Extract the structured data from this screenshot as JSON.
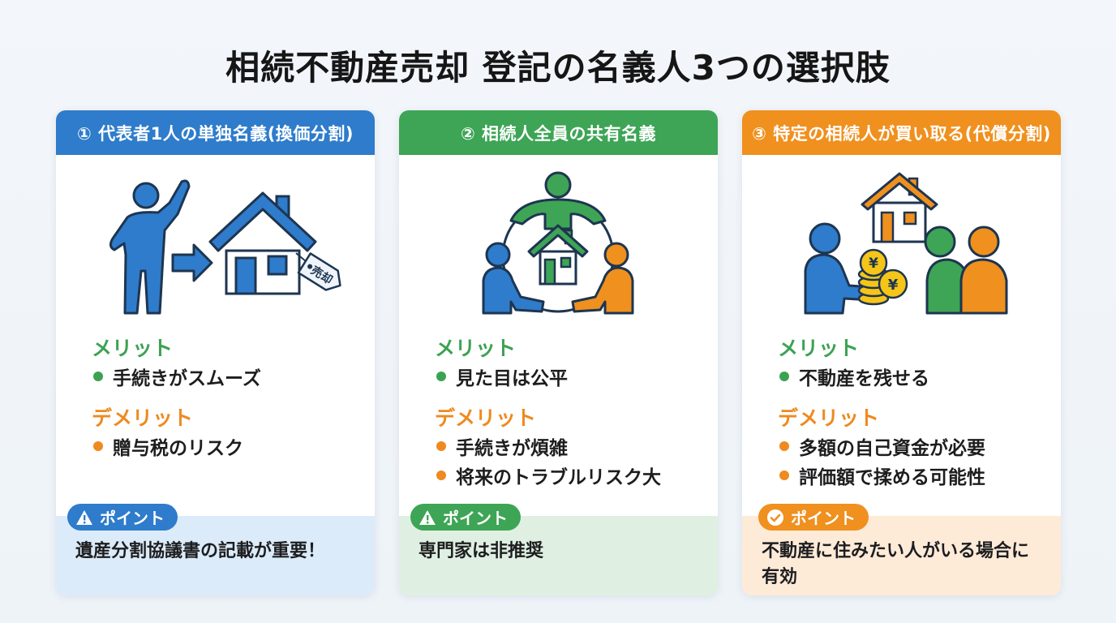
{
  "title": "相続不動産売却 登記の名義人3つの選択肢",
  "colors": {
    "blue": "#2e7ccb",
    "green": "#3da555",
    "orange": "#f0901e",
    "merit": "#3ca253",
    "demerit": "#ee8a1f"
  },
  "cards": [
    {
      "header": "① 代表者1人の単独名義(換価分割)",
      "illustration_icons": [
        "person-icon",
        "arrow-right-icon",
        "house-icon",
        "price-tag-icon"
      ],
      "tag_text": "売却",
      "merit_label": "メリット",
      "merits": [
        "手続きがスムーズ"
      ],
      "demerit_label": "デメリット",
      "demerits": [
        "贈与税のリスク"
      ],
      "point_label": "ポイント",
      "point_icon": "warning-icon",
      "point_text": "遺産分割協議書の記載が重要！"
    },
    {
      "header": "② 相続人全員の共有名義",
      "illustration_icons": [
        "people-circle-icon",
        "house-icon"
      ],
      "merit_label": "メリット",
      "merits": [
        "見た目は公平"
      ],
      "demerit_label": "デメリット",
      "demerits": [
        "手続きが煩雑",
        "将来のトラブルリスク大"
      ],
      "point_label": "ポイント",
      "point_icon": "warning-icon",
      "point_text": "専門家は非推奨"
    },
    {
      "header": "③ 特定の相続人が買い取る(代償分割)",
      "illustration_icons": [
        "house-icon",
        "person-icon",
        "yen-coins-icon",
        "two-people-icon"
      ],
      "coin_text": "¥",
      "merit_label": "メリット",
      "merits": [
        "不動産を残せる"
      ],
      "demerit_label": "デメリット",
      "demerits": [
        "多額の自己資金が必要",
        "評価額で揉める可能性"
      ],
      "point_label": "ポイント",
      "point_icon": "check-circle-icon",
      "point_text": "不動産に住みたい人がいる場合に有効"
    }
  ]
}
